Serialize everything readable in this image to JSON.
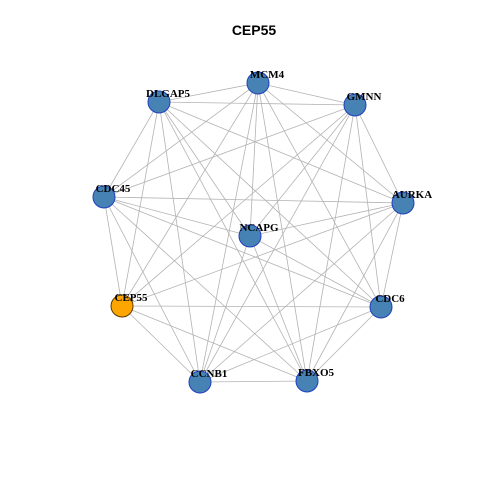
{
  "title": "CEP55",
  "colors": {
    "default_fill": "#4682b4",
    "default_stroke": "#1f3fbf",
    "highlight_fill": "#ffa500",
    "highlight_stroke": "#5a3a00",
    "edge": "#b3b3b3"
  },
  "nodes": [
    {
      "id": "MCM4",
      "label": "MCM4",
      "highlight": false
    },
    {
      "id": "GMNN",
      "label": "GMNN",
      "highlight": false
    },
    {
      "id": "AURKA",
      "label": "AURKA",
      "highlight": false
    },
    {
      "id": "CDC6",
      "label": "CDC6",
      "highlight": false
    },
    {
      "id": "FBXO5",
      "label": "FBXO5",
      "highlight": false
    },
    {
      "id": "CCNB1",
      "label": "CCNB1",
      "highlight": false
    },
    {
      "id": "CEP55",
      "label": "CEP55",
      "highlight": true
    },
    {
      "id": "CDC45",
      "label": "CDC45",
      "highlight": false
    },
    {
      "id": "DLGAP5",
      "label": "DLGAP5",
      "highlight": false
    },
    {
      "id": "NCAPG",
      "label": "NCAPG",
      "highlight": false
    }
  ],
  "edges": [
    [
      "MCM4",
      "GMNN"
    ],
    [
      "MCM4",
      "AURKA"
    ],
    [
      "MCM4",
      "CDC6"
    ],
    [
      "MCM4",
      "FBXO5"
    ],
    [
      "MCM4",
      "CCNB1"
    ],
    [
      "MCM4",
      "CEP55"
    ],
    [
      "MCM4",
      "CDC45"
    ],
    [
      "MCM4",
      "DLGAP5"
    ],
    [
      "MCM4",
      "NCAPG"
    ],
    [
      "GMNN",
      "AURKA"
    ],
    [
      "GMNN",
      "CDC6"
    ],
    [
      "GMNN",
      "FBXO5"
    ],
    [
      "GMNN",
      "CCNB1"
    ],
    [
      "GMNN",
      "CEP55"
    ],
    [
      "GMNN",
      "CDC45"
    ],
    [
      "GMNN",
      "DLGAP5"
    ],
    [
      "GMNN",
      "NCAPG"
    ],
    [
      "AURKA",
      "CDC6"
    ],
    [
      "AURKA",
      "FBXO5"
    ],
    [
      "AURKA",
      "CCNB1"
    ],
    [
      "AURKA",
      "CEP55"
    ],
    [
      "AURKA",
      "CDC45"
    ],
    [
      "AURKA",
      "DLGAP5"
    ],
    [
      "AURKA",
      "NCAPG"
    ],
    [
      "CDC6",
      "FBXO5"
    ],
    [
      "CDC6",
      "CCNB1"
    ],
    [
      "CDC6",
      "CEP55"
    ],
    [
      "CDC6",
      "CDC45"
    ],
    [
      "CDC6",
      "DLGAP5"
    ],
    [
      "CDC6",
      "NCAPG"
    ],
    [
      "FBXO5",
      "CCNB1"
    ],
    [
      "FBXO5",
      "CEP55"
    ],
    [
      "FBXO5",
      "CDC45"
    ],
    [
      "FBXO5",
      "DLGAP5"
    ],
    [
      "FBXO5",
      "NCAPG"
    ],
    [
      "CCNB1",
      "CEP55"
    ],
    [
      "CCNB1",
      "CDC45"
    ],
    [
      "CCNB1",
      "DLGAP5"
    ],
    [
      "CCNB1",
      "NCAPG"
    ],
    [
      "CEP55",
      "CDC45"
    ],
    [
      "CEP55",
      "DLGAP5"
    ],
    [
      "CDC45",
      "DLGAP5"
    ],
    [
      "CDC45",
      "NCAPG"
    ],
    [
      "DLGAP5",
      "NCAPG"
    ]
  ]
}
